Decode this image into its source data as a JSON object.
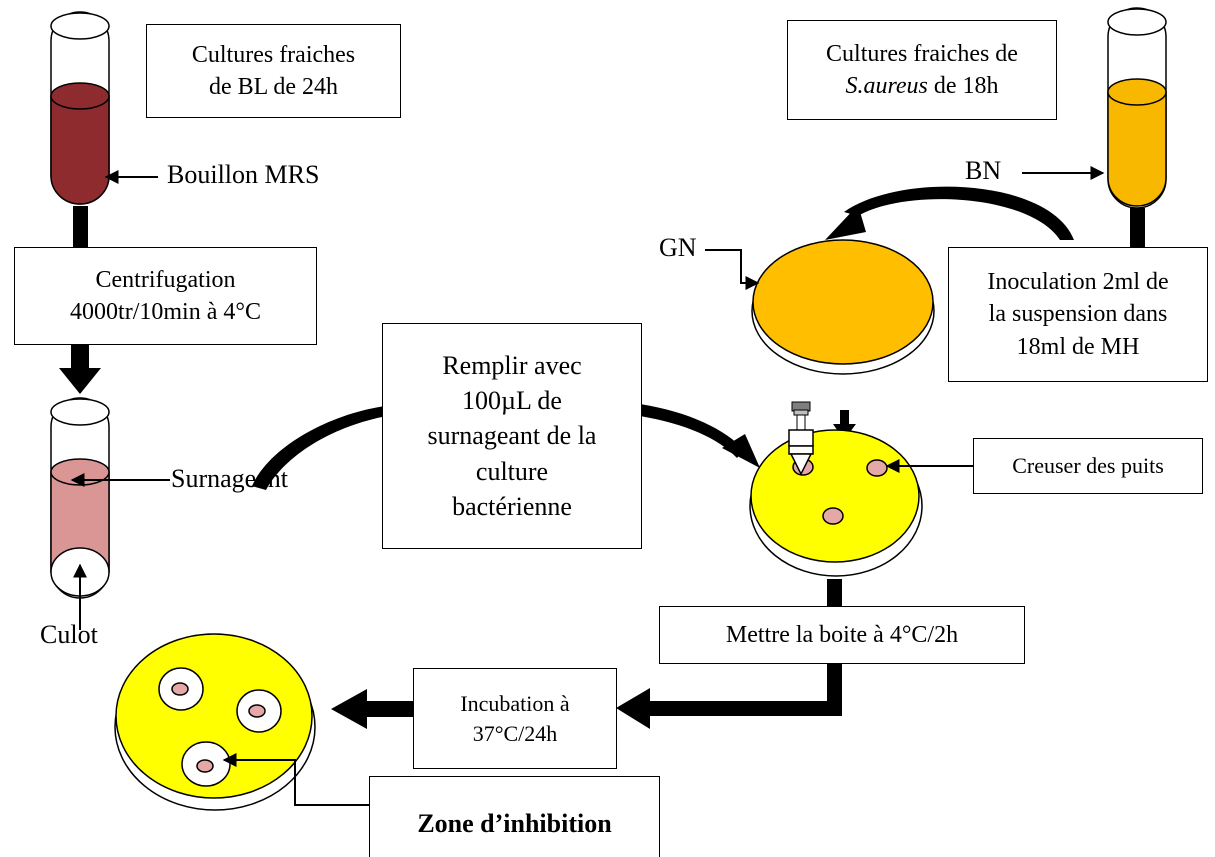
{
  "colors": {
    "mrs_broth": "#8e2b2e",
    "supernatant": "#d99694",
    "bn_broth": "#f8b800",
    "gn_plate": "#ffbf00",
    "mh_plate": "#ffff00",
    "well": "#e6a7a7"
  },
  "icons": [
    "test-tube-icon",
    "petri-dish-icon",
    "pipette-icon"
  ],
  "boxes": {
    "cultures_bl_1": "Cultures fraiches",
    "cultures_bl_2": "de BL de 24h",
    "centrif_1": "Centrifugation",
    "centrif_2": "4000tr/10min à 4°C",
    "remplir_1": "Remplir avec",
    "remplir_2": "100µL de",
    "remplir_3": "surnageant de la",
    "remplir_4": "culture",
    "remplir_5": "bactérienne",
    "cultures_sa_1": "Cultures fraiches de",
    "cultures_sa_species": "S.aureus",
    "cultures_sa_rest": " de 18h",
    "inoc_1": "Inoculation 2ml de",
    "inoc_2": "la suspension dans",
    "inoc_3": "18ml de MH",
    "creuser": "Creuser des puits",
    "mettre": "Mettre la boite à 4°C/2h",
    "incub_1": "Incubation à",
    "incub_2": "37°C/24h",
    "zone": "Zone d’inhibition"
  },
  "labels": {
    "bouillon": "Bouillon MRS",
    "surnageant": "Surnageant",
    "culot": "Culot",
    "bn": "BN",
    "gn": "GN"
  }
}
